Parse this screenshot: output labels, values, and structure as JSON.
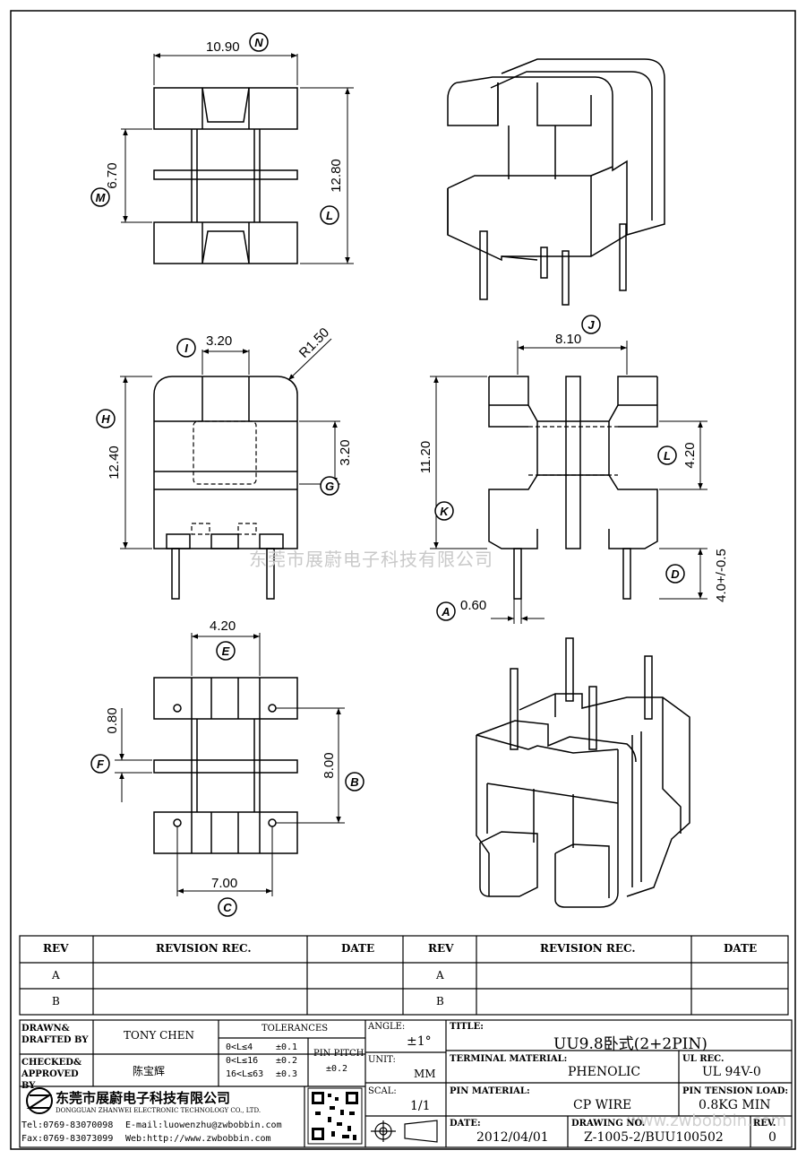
{
  "dims": {
    "n": "10.90",
    "n_letter": "N",
    "m": "6.70",
    "m_letter": "M",
    "l1": "12.80",
    "l1_letter": "L",
    "i": "3.20",
    "i_letter": "I",
    "r": "R1.50",
    "h": "12.40",
    "h_letter": "H",
    "g": "3.20",
    "g_letter": "G",
    "j": "8.10",
    "j_letter": "J",
    "k": "11.20",
    "k_letter": "K",
    "l2": "4.20",
    "l2_letter": "L",
    "d": "4.0+/-0.5",
    "d_letter": "D",
    "a": "0.60",
    "a_letter": "A",
    "e": "4.20",
    "e_letter": "E",
    "f": "0.80",
    "f_letter": "F",
    "b": "8.00",
    "b_letter": "B",
    "c": "7.00",
    "c_letter": "C"
  },
  "watermark": "东莞市展蔚电子科技有限公司",
  "watermark_url": "www.zwbobbin.com",
  "revision_table": {
    "headers": [
      "REV",
      "REVISION REC.",
      "DATE",
      "REV",
      "REVISION REC.",
      "DATE"
    ],
    "rows": [
      "A",
      "B"
    ]
  },
  "title_block": {
    "drawn_label": "DRAWN&\nDRAFTED BY",
    "drawn_by": "TONY CHEN",
    "checked_label": "CHECKED&\nAPPROVED BY",
    "checked_by": "陈宝辉",
    "tolerances_label": "TOLERANCES",
    "tol_rows": [
      {
        "range": "0<L≤4",
        "tol": "±0.1"
      },
      {
        "range": "0<L≤16",
        "tol": "±0.2"
      },
      {
        "range": "16<L≤63",
        "tol": "±0.3"
      }
    ],
    "pin_pitch_label": "PIN PITCH",
    "pin_pitch_tol": "±0.2",
    "angle_label": "ANGLE:",
    "angle_value": "±1°",
    "unit_label": "UNIT:",
    "unit_value": "MM",
    "scale_label": "SCAL:",
    "scale_value": "1/1",
    "title_label": "TITLE:",
    "title_value": "UU9.8卧式(2+2PIN)",
    "terminal_label": "TERMINAL MATERIAL:",
    "terminal_value": "PHENOLIC",
    "ul_label": "UL REC.",
    "ul_value": "UL 94V-0",
    "pin_material_label": "PIN MATERIAL:",
    "pin_material_value": "CP WIRE",
    "pin_tension_label": "PIN TENSION LOAD:",
    "pin_tension_value": "0.8KG MIN",
    "date_label": "DATE:",
    "date_value": "2012/04/01",
    "drawing_label": "DRAWING NO.",
    "drawing_value": "Z-1005-2/BUU100502",
    "rev_label": "REV.",
    "rev_value": "0",
    "company_cn": "东莞市展蔚电子科技有限公司",
    "company_en": "DONGGUAN ZHANWEI ELECTRONIC TECHNOLOGY CO., LTD.",
    "tel": "Tel:0769-83070098",
    "email": "E-mail:luowenzhu@zwbobbin.com",
    "fax": "Fax:0769-83073099",
    "web": "Web:http://www.zwbobbin.com"
  }
}
